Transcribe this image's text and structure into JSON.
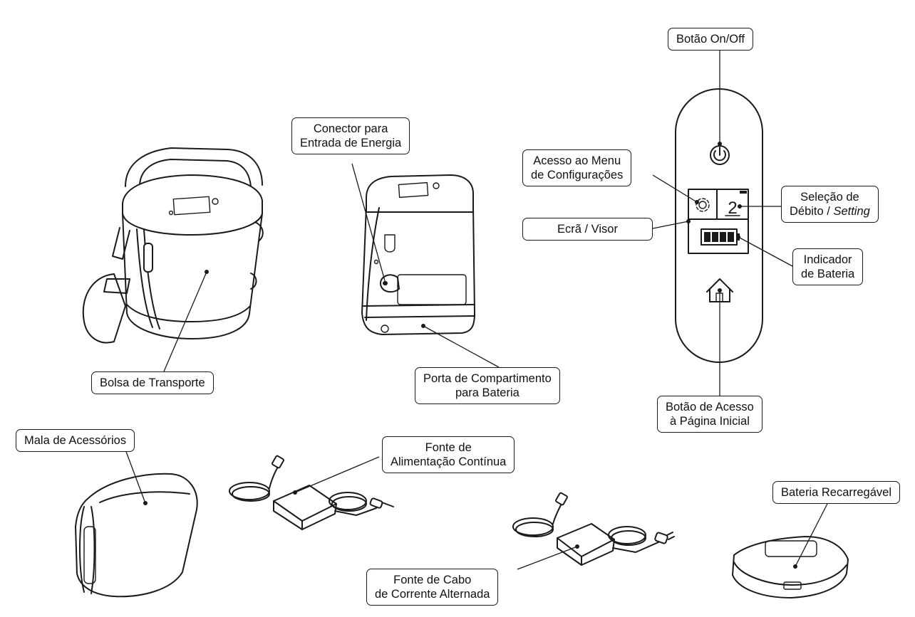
{
  "labels": {
    "power_button": "Botão On/Off",
    "power_connector": [
      "Conector para",
      "Entrada de Energia"
    ],
    "settings_menu": [
      "Acesso ao Menu",
      "de Configurações"
    ],
    "display": "Ecrã / Visor",
    "flow_setting": {
      "line1": "Seleção de",
      "line2_prefix": "Débito / ",
      "line2_italic": "Setting"
    },
    "battery_indicator": [
      "Indicador",
      "de Bateria"
    ],
    "home_button": [
      "Botão de Acesso",
      "à Página Inicial"
    ],
    "carry_bag": "Bolsa de Transporte",
    "battery_door": [
      "Porta de Compartimento",
      "para Bateria"
    ],
    "accessory_bag": "Mala de Acessórios",
    "dc_supply": [
      "Fonte de",
      "Alimentação Contínua"
    ],
    "ac_supply": [
      "Fonte de Cabo",
      "de Corrente Alternada"
    ],
    "rechargeable_battery": "Bateria Recarregável"
  },
  "control_panel": {
    "flow_value": "2",
    "battery_segments": 4
  },
  "icons": [
    "power-icon",
    "gear-icon",
    "home-icon",
    "battery-icon"
  ],
  "colors": {
    "line": "#1a1a1a",
    "background": "#ffffff"
  }
}
